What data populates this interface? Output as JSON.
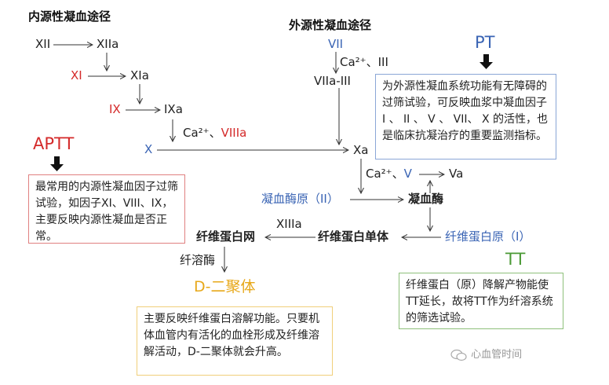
{
  "intrinsic": {
    "title": "内源性凝血途径",
    "xii": "XII",
    "xiia": "XIIa",
    "xi": "XI",
    "xia": "XIa",
    "ix": "IX",
    "ixa": "IXa",
    "ca_viii_ca": "Ca²⁺、",
    "viiia": "VIIIa",
    "x": "X"
  },
  "extrinsic": {
    "title": "外源性凝血途径",
    "vii": "VII",
    "ca_iii": "Ca²⁺、III",
    "viia_iii": "VIIa-III"
  },
  "common": {
    "xa": "Xa",
    "ca_v_ca": "Ca²⁺、",
    "v": "V",
    "va": "Va",
    "prothrombin": "凝血酶原（II）",
    "thrombin": "凝血酶",
    "fibrinogen": "纤维蛋白原（I）",
    "fibrin_monomer": "纤维蛋白单体",
    "xiiia": "XIIIa",
    "fibrin_mesh": "纤维蛋白网",
    "plasmin": "纤溶酶",
    "ddimer": "D-二聚体"
  },
  "tests": {
    "pt_label": "PT",
    "pt_desc": "为外源性凝血系统功能有无障碍的过筛试验，可反映血浆中凝血因子 I 、 II 、 V 、 VII、 X 的活性，也是临床抗凝治疗的重要监测指标。",
    "aptt_label": "APTT",
    "aptt_desc": "最常用的内源性凝血因子过筛试验，如因子XI、VIII、IX，主要反映内源性凝血是否正常。",
    "tt_label": "TT",
    "tt_desc": "纤维蛋白（原）降解产物能使TT延长，故将TT作为纤溶系统的筛选试验。",
    "ddimer_desc": "主要反映纤维蛋白溶解功能。只要机体血管内有活化的血栓形成及纤维溶解活动，D-二聚体就会升高。"
  },
  "watermark": "心血管时间",
  "colors": {
    "red": "#d42a2a",
    "blue": "#3a64b4",
    "green": "#4b9a36",
    "orange": "#e7a81a",
    "red_box": "#e08080",
    "blue_box": "#8aa6d6",
    "green_box": "#8ec07a",
    "orange_box": "#f0cf7a"
  }
}
